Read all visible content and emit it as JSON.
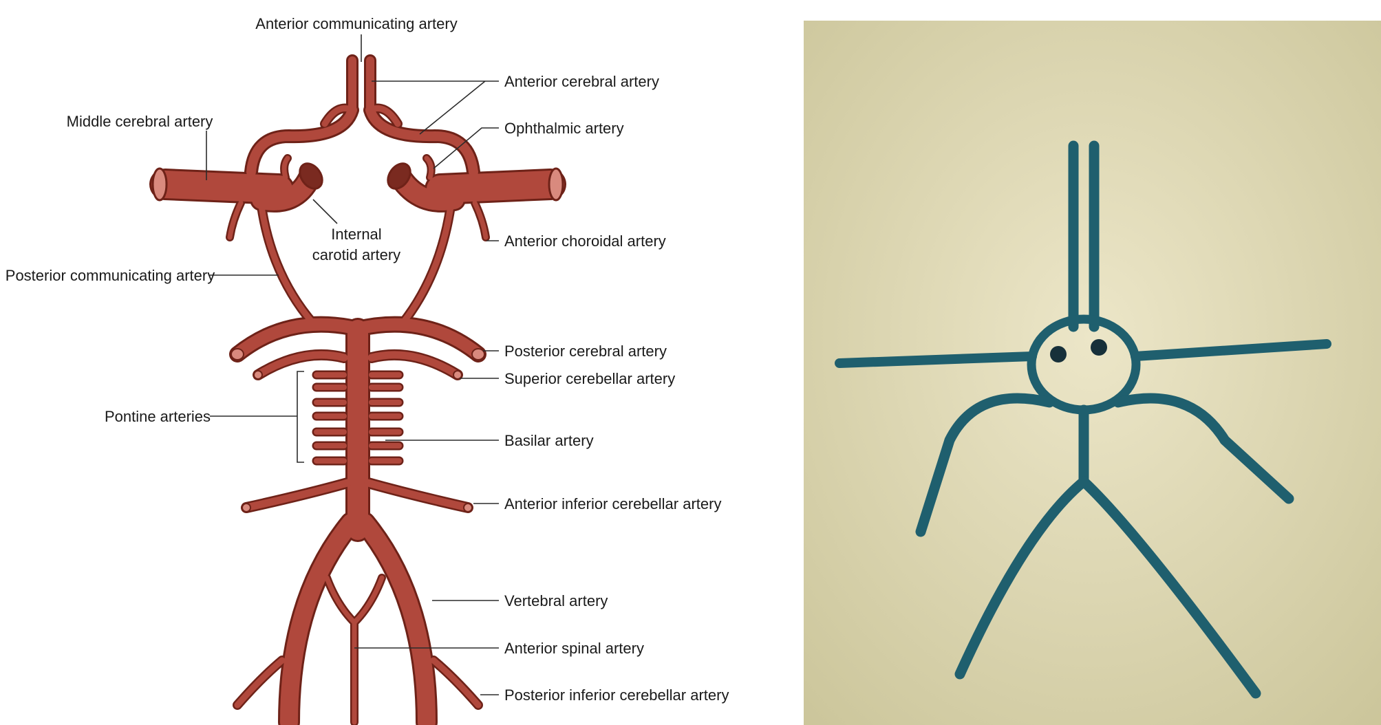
{
  "colors": {
    "artery_fill": "#b0483c",
    "artery_outline": "#6e2218",
    "model_tube": "#1f5f6e",
    "photo_background": "#e9e0b8"
  },
  "labels": {
    "anterior_communicating": "Anterior communicating artery",
    "anterior_cerebral": "Anterior cerebral artery",
    "middle_cerebral": "Middle cerebral artery",
    "ophthalmic": "Ophthalmic artery",
    "internal_carotid_line1": "Internal",
    "internal_carotid_line2": "carotid artery",
    "anterior_choroidal": "Anterior choroidal artery",
    "posterior_communicating": "Posterior communicating artery",
    "posterior_cerebral": "Posterior cerebral artery",
    "superior_cerebellar": "Superior cerebellar artery",
    "pontine": "Pontine arteries",
    "basilar": "Basilar artery",
    "anterior_inferior_cerebellar": "Anterior inferior cerebellar artery",
    "vertebral": "Vertebral artery",
    "anterior_spinal": "Anterior spinal artery",
    "posterior_inferior_cerebellar": "Posterior inferior cerebellar artery"
  },
  "photo": {
    "subject": "pipe-cleaner model of the circle of Willis",
    "tube_color_name": "teal"
  }
}
